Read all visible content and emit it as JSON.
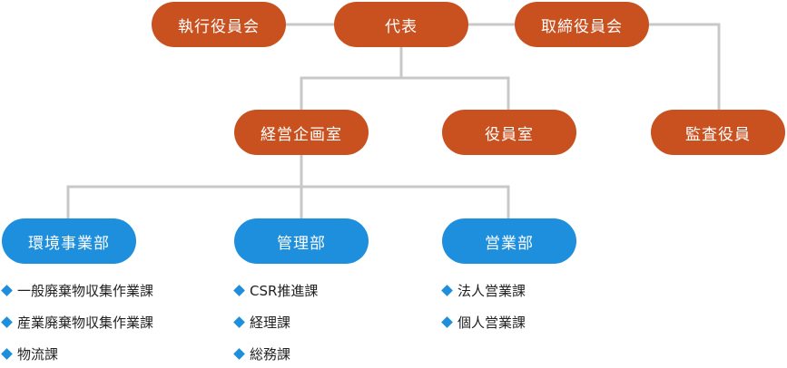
{
  "colors": {
    "exec": "#c9511f",
    "dept": "#1e8fdc",
    "line": "#c8c8c8",
    "bullet": "#1e8fdc"
  },
  "nodes": {
    "executive_officers": "執行役員会",
    "representative": "代表",
    "board": "取締役員会",
    "planning": "経営企画室",
    "officers_office": "役員室",
    "auditor": "監査役員",
    "environment": "環境事業部",
    "management": "管理部",
    "sales": "営業部"
  },
  "environment_sections": [
    "一般廃棄物収集作業課",
    "産業廃棄物収集作業課",
    "物流課"
  ],
  "management_sections": [
    "CSR推進課",
    "経理課",
    "総務課"
  ],
  "sales_sections": [
    "法人営業課",
    "個人営業課"
  ]
}
